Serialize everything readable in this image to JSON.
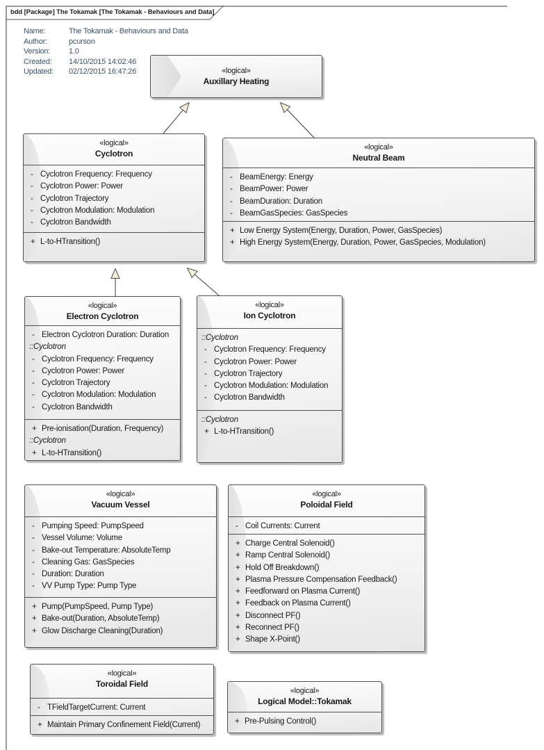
{
  "frame": {
    "tab_label": "bdd [Package] The Tokamak [The Tokamak - Behaviours and Data]"
  },
  "metadata": {
    "rows": [
      {
        "label": "Name:",
        "value": "The Tokamak - Behaviours and Data"
      },
      {
        "label": "Author:",
        "value": "pcurson"
      },
      {
        "label": "Version:",
        "value": "1.0"
      },
      {
        "label": "Created:",
        "value": "14/10/2015 14:02:46"
      },
      {
        "label": "Updated:",
        "value": "02/12/2015 16:47:26"
      }
    ]
  },
  "classes": [
    {
      "id": "auxillary-heating",
      "stereotype": "«logical»",
      "name": "Auxillary Heating",
      "variant": "chevron",
      "attributes": null,
      "operations": null
    },
    {
      "id": "cyclotron",
      "stereotype": "«logical»",
      "name": "Cyclotron",
      "attributes": [
        {
          "sign": "-",
          "text": "Cyclotron Frequency: Frequency"
        },
        {
          "sign": "-",
          "text": "Cyclotron Power: Power"
        },
        {
          "sign": "-",
          "text": "Cyclotron Trajectory"
        },
        {
          "sign": "-",
          "text": "Cyclotron Modulation: Modulation"
        },
        {
          "sign": "-",
          "text": "Cyclotron Bandwidth"
        }
      ],
      "operations": [
        {
          "sign": "+",
          "text": "L-to-HTransition()"
        }
      ]
    },
    {
      "id": "neutral-beam",
      "stereotype": "«logical»",
      "name": "Neutral Beam",
      "attributes": [
        {
          "sign": "-",
          "text": "BeamEnergy: Energy"
        },
        {
          "sign": "-",
          "text": "BeamPower: Power"
        },
        {
          "sign": "-",
          "text": "BeamDuration: Duration"
        },
        {
          "sign": "-",
          "text": "BeamGasSpecies: GasSpecies"
        }
      ],
      "operations": [
        {
          "sign": "+",
          "text": "Low Energy System(Energy, Duration, Power, GasSpecies)"
        },
        {
          "sign": "+",
          "text": "High Energy System(Energy, Duration, Power, GasSpecies, Modulation)"
        }
      ]
    },
    {
      "id": "electron-cyclotron",
      "stereotype": "«logical»",
      "name": "Electron Cyclotron",
      "attributes": [
        {
          "sign": "-",
          "text": "Electron Cyclotron Duration: Duration"
        },
        {
          "sign": "",
          "text": "::Cyclotron",
          "inherited": true
        },
        {
          "sign": "-",
          "text": "Cyclotron Frequency: Frequency"
        },
        {
          "sign": "-",
          "text": "Cyclotron Power: Power"
        },
        {
          "sign": "-",
          "text": "Cyclotron Trajectory"
        },
        {
          "sign": "-",
          "text": "Cyclotron Modulation: Modulation"
        },
        {
          "sign": "-",
          "text": "Cyclotron Bandwidth"
        }
      ],
      "operations": [
        {
          "sign": "+",
          "text": "Pre-ionisation(Duration, Frequency)"
        },
        {
          "sign": "",
          "text": "::Cyclotron",
          "inherited": true
        },
        {
          "sign": "+",
          "text": "L-to-HTransition()"
        }
      ]
    },
    {
      "id": "ion-cyclotron",
      "stereotype": "«logical»",
      "name": "Ion Cyclotron",
      "attributes": [
        {
          "sign": "",
          "text": "::Cyclotron",
          "inherited": true
        },
        {
          "sign": "-",
          "text": "Cyclotron Frequency: Frequency"
        },
        {
          "sign": "-",
          "text": "Cyclotron Power: Power"
        },
        {
          "sign": "-",
          "text": "Cyclotron Trajectory"
        },
        {
          "sign": "-",
          "text": "Cyclotron Modulation: Modulation"
        },
        {
          "sign": "-",
          "text": "Cyclotron Bandwidth"
        }
      ],
      "operations": [
        {
          "sign": "",
          "text": "::Cyclotron",
          "inherited": true
        },
        {
          "sign": "+",
          "text": "L-to-HTransition()"
        }
      ]
    },
    {
      "id": "vacuum-vessel",
      "stereotype": "«logical»",
      "name": "Vacuum Vessel",
      "attributes": [
        {
          "sign": "-",
          "text": "Pumping Speed: PumpSpeed"
        },
        {
          "sign": "-",
          "text": "Vessel Volume: Volume"
        },
        {
          "sign": "-",
          "text": "Bake-out Temperature: AbsoluteTemp"
        },
        {
          "sign": "-",
          "text": "Cleaning Gas: GasSpecies"
        },
        {
          "sign": "-",
          "text": "Duration: Duration"
        },
        {
          "sign": "-",
          "text": "VV Pump Type: Pump Type"
        }
      ],
      "operations": [
        {
          "sign": "+",
          "text": "Pump(PumpSpeed, Pump Type)"
        },
        {
          "sign": "+",
          "text": "Bake-out(Duration, AbsoluteTemp)"
        },
        {
          "sign": "+",
          "text": "Glow Discharge Cleaning(Duration)"
        }
      ]
    },
    {
      "id": "poloidal-field",
      "stereotype": "«logical»",
      "name": "Poloidal Field",
      "attributes": [
        {
          "sign": "-",
          "text": "Coil Currents: Current"
        }
      ],
      "operations": [
        {
          "sign": "+",
          "text": "Charge Central Solenoid()"
        },
        {
          "sign": "+",
          "text": "Ramp Central Solenoid()"
        },
        {
          "sign": "+",
          "text": "Hold Off Breakdown()"
        },
        {
          "sign": "+",
          "text": "Plasma Pressure Compensation Feedback()"
        },
        {
          "sign": "+",
          "text": "Feedforward on Plasma Current()"
        },
        {
          "sign": "+",
          "text": "Feedback on Plasma Current()"
        },
        {
          "sign": "+",
          "text": "Disconnect PF()"
        },
        {
          "sign": "+",
          "text": "Reconnect PF()"
        },
        {
          "sign": "+",
          "text": "Shape X-Point()"
        }
      ]
    },
    {
      "id": "toroidal-field",
      "stereotype": "«logical»",
      "name": "Toroidal Field",
      "attributes": [
        {
          "sign": "-",
          "text": "TFieldTargetCurrent: Current"
        }
      ],
      "operations": [
        {
          "sign": "+",
          "text": "Maintain Primary Confinement Field(Current)"
        }
      ]
    },
    {
      "id": "logical-model-tokamak",
      "stereotype": "«logical»",
      "name": "Logical Model::Tokamak",
      "attributes": null,
      "operations": [
        {
          "sign": "+",
          "text": "Pre-Pulsing Control()"
        }
      ]
    }
  ],
  "relationships": [
    {
      "type": "generalization",
      "from": "cyclotron",
      "to": "auxillary-heating"
    },
    {
      "type": "generalization",
      "from": "neutral-beam",
      "to": "auxillary-heating"
    },
    {
      "type": "generalization",
      "from": "electron-cyclotron",
      "to": "cyclotron"
    },
    {
      "type": "generalization",
      "from": "ion-cyclotron",
      "to": "cyclotron"
    }
  ],
  "colors": {
    "box_border": "#4f4f4f",
    "box_fill_top": "#fdfdfd",
    "box_fill_bottom": "#e7e7e7",
    "box_shadow": "#bdbdbd",
    "arrowhead_fill": "#f6eedd",
    "connector_stroke": "#3a3a3a",
    "frame_border": "#9a9a9a",
    "metadata_text": "#3d5166"
  }
}
